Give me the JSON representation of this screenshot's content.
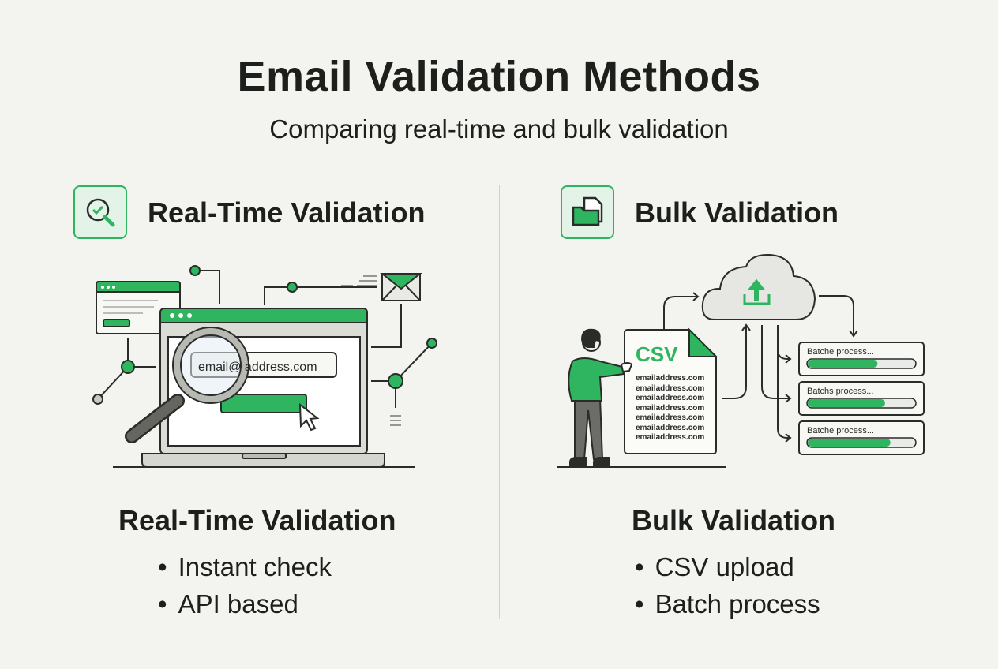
{
  "title": "Email Validation Methods",
  "subtitle": "Comparing real-time and bulk validation",
  "colors": {
    "accent": "#2fb55f",
    "background": "#f3f4ef",
    "text": "#1d1f1c"
  },
  "realtime": {
    "icon": "magnifier-check-icon",
    "header": "Real-Time Validation",
    "illustration": {
      "email_field": "email@ address.com"
    },
    "heading": "Real-Time Validation",
    "bullets": [
      "Instant check",
      "API based"
    ]
  },
  "bulk": {
    "icon": "folder-file-icon",
    "header": "Bulk Validation",
    "illustration": {
      "doc_label": "CSV",
      "emails": [
        "emailaddress.com",
        "emailaddress.com",
        "emailaddress.com",
        "emailaddress.com",
        "emailaddress.com",
        "emailaddress.com",
        "emailaddress.com"
      ],
      "batches": [
        {
          "label": "Batche process...",
          "progress": 0.65
        },
        {
          "label": "Batchs process...",
          "progress": 0.72
        },
        {
          "label": "Batche process...",
          "progress": 0.77
        }
      ]
    },
    "heading": "Bulk Validation",
    "bullets": [
      "CSV upload",
      "Batch process"
    ]
  }
}
